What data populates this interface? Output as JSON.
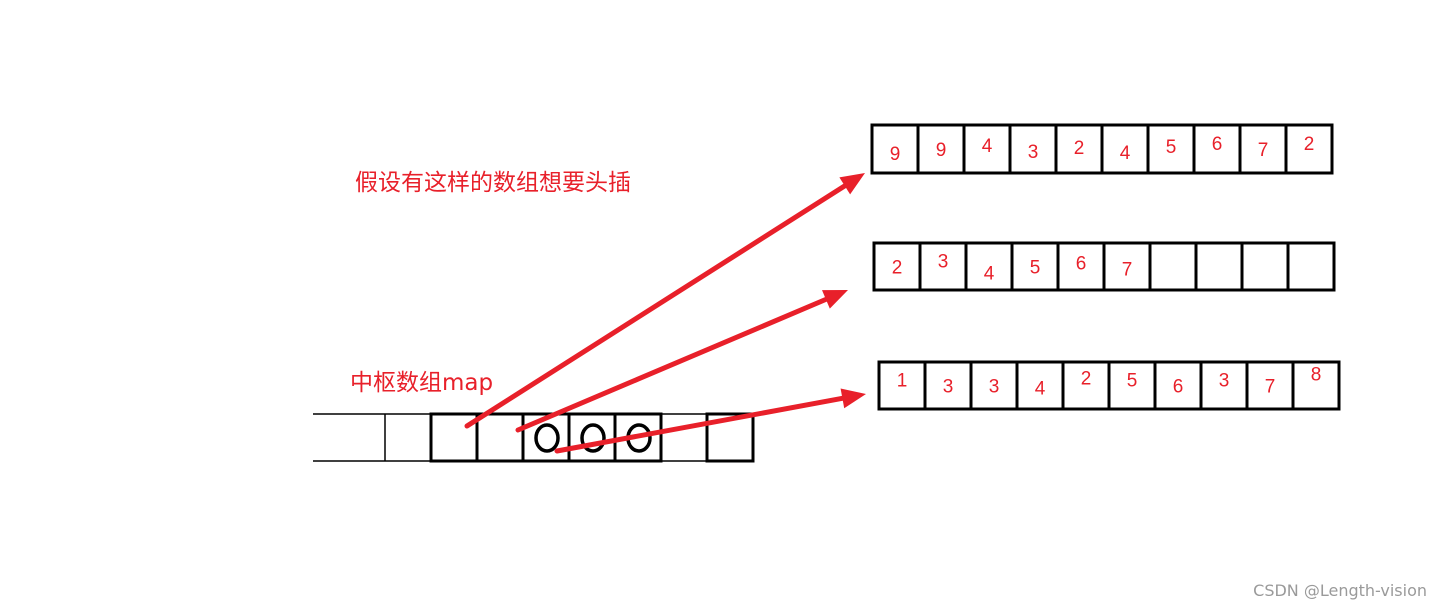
{
  "caption": "假设有这样的数组想要头插",
  "map_label": "中枢数组map",
  "watermark": "CSDN @Length-vision",
  "accent_color": "#e8202a",
  "buffers": [
    {
      "cells": [
        "9",
        "9",
        "4",
        "3",
        "2",
        "4",
        "5",
        "6",
        "7",
        "2"
      ]
    },
    {
      "cells": [
        "2",
        "3",
        "4",
        "5",
        "6",
        "7",
        "",
        "",
        "",
        ""
      ]
    },
    {
      "cells": [
        "1",
        "3",
        "3",
        "4",
        "2",
        "5",
        "6",
        "3",
        "7",
        "8"
      ]
    }
  ],
  "map": {
    "cells": [
      "",
      "",
      "o",
      "o",
      "o",
      "",
      "",
      ""
    ]
  }
}
